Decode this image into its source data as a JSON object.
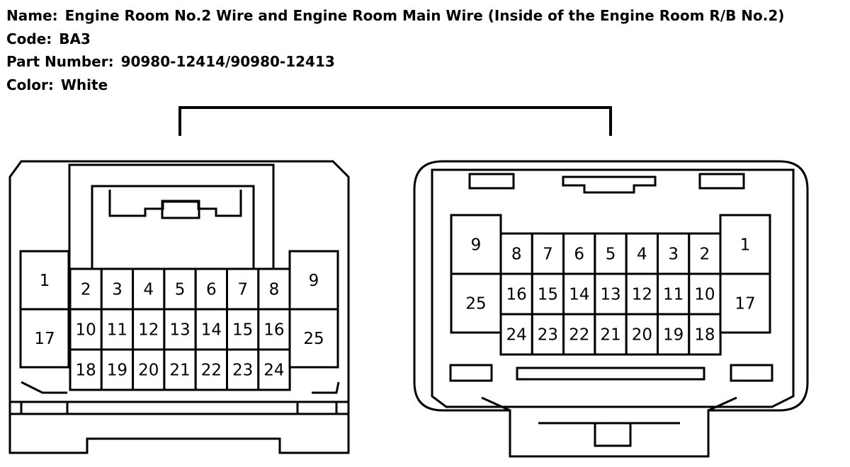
{
  "header": {
    "name_label": "Name:",
    "name_value": "Engine Room No.2 Wire and Engine Room Main Wire (Inside of the Engine Room R/B No.2)",
    "code_label": "Code:",
    "code_value": "BA3",
    "part_label": "Part Number:",
    "part_value": "90980-12414/90980-12413",
    "color_label": "Color:",
    "color_value": "White"
  },
  "left_connector": {
    "side_top": [
      "1"
    ],
    "side_bottom": [
      "17"
    ],
    "row1": [
      "2",
      "3",
      "4",
      "5",
      "6",
      "7",
      "8"
    ],
    "row2": [
      "10",
      "11",
      "12",
      "13",
      "14",
      "15",
      "16"
    ],
    "row3": [
      "18",
      "19",
      "20",
      "21",
      "22",
      "23",
      "24"
    ],
    "right_top": [
      "9"
    ],
    "right_bottom": [
      "25"
    ]
  },
  "right_connector": {
    "left_top": [
      "9"
    ],
    "left_bottom": [
      "25"
    ],
    "row1": [
      "8",
      "7",
      "6",
      "5",
      "4",
      "3",
      "2"
    ],
    "row2": [
      "16",
      "15",
      "14",
      "13",
      "12",
      "11",
      "10"
    ],
    "row3": [
      "24",
      "23",
      "22",
      "21",
      "20",
      "19",
      "18"
    ],
    "right_top": [
      "1"
    ],
    "right_bottom": [
      "17"
    ]
  }
}
